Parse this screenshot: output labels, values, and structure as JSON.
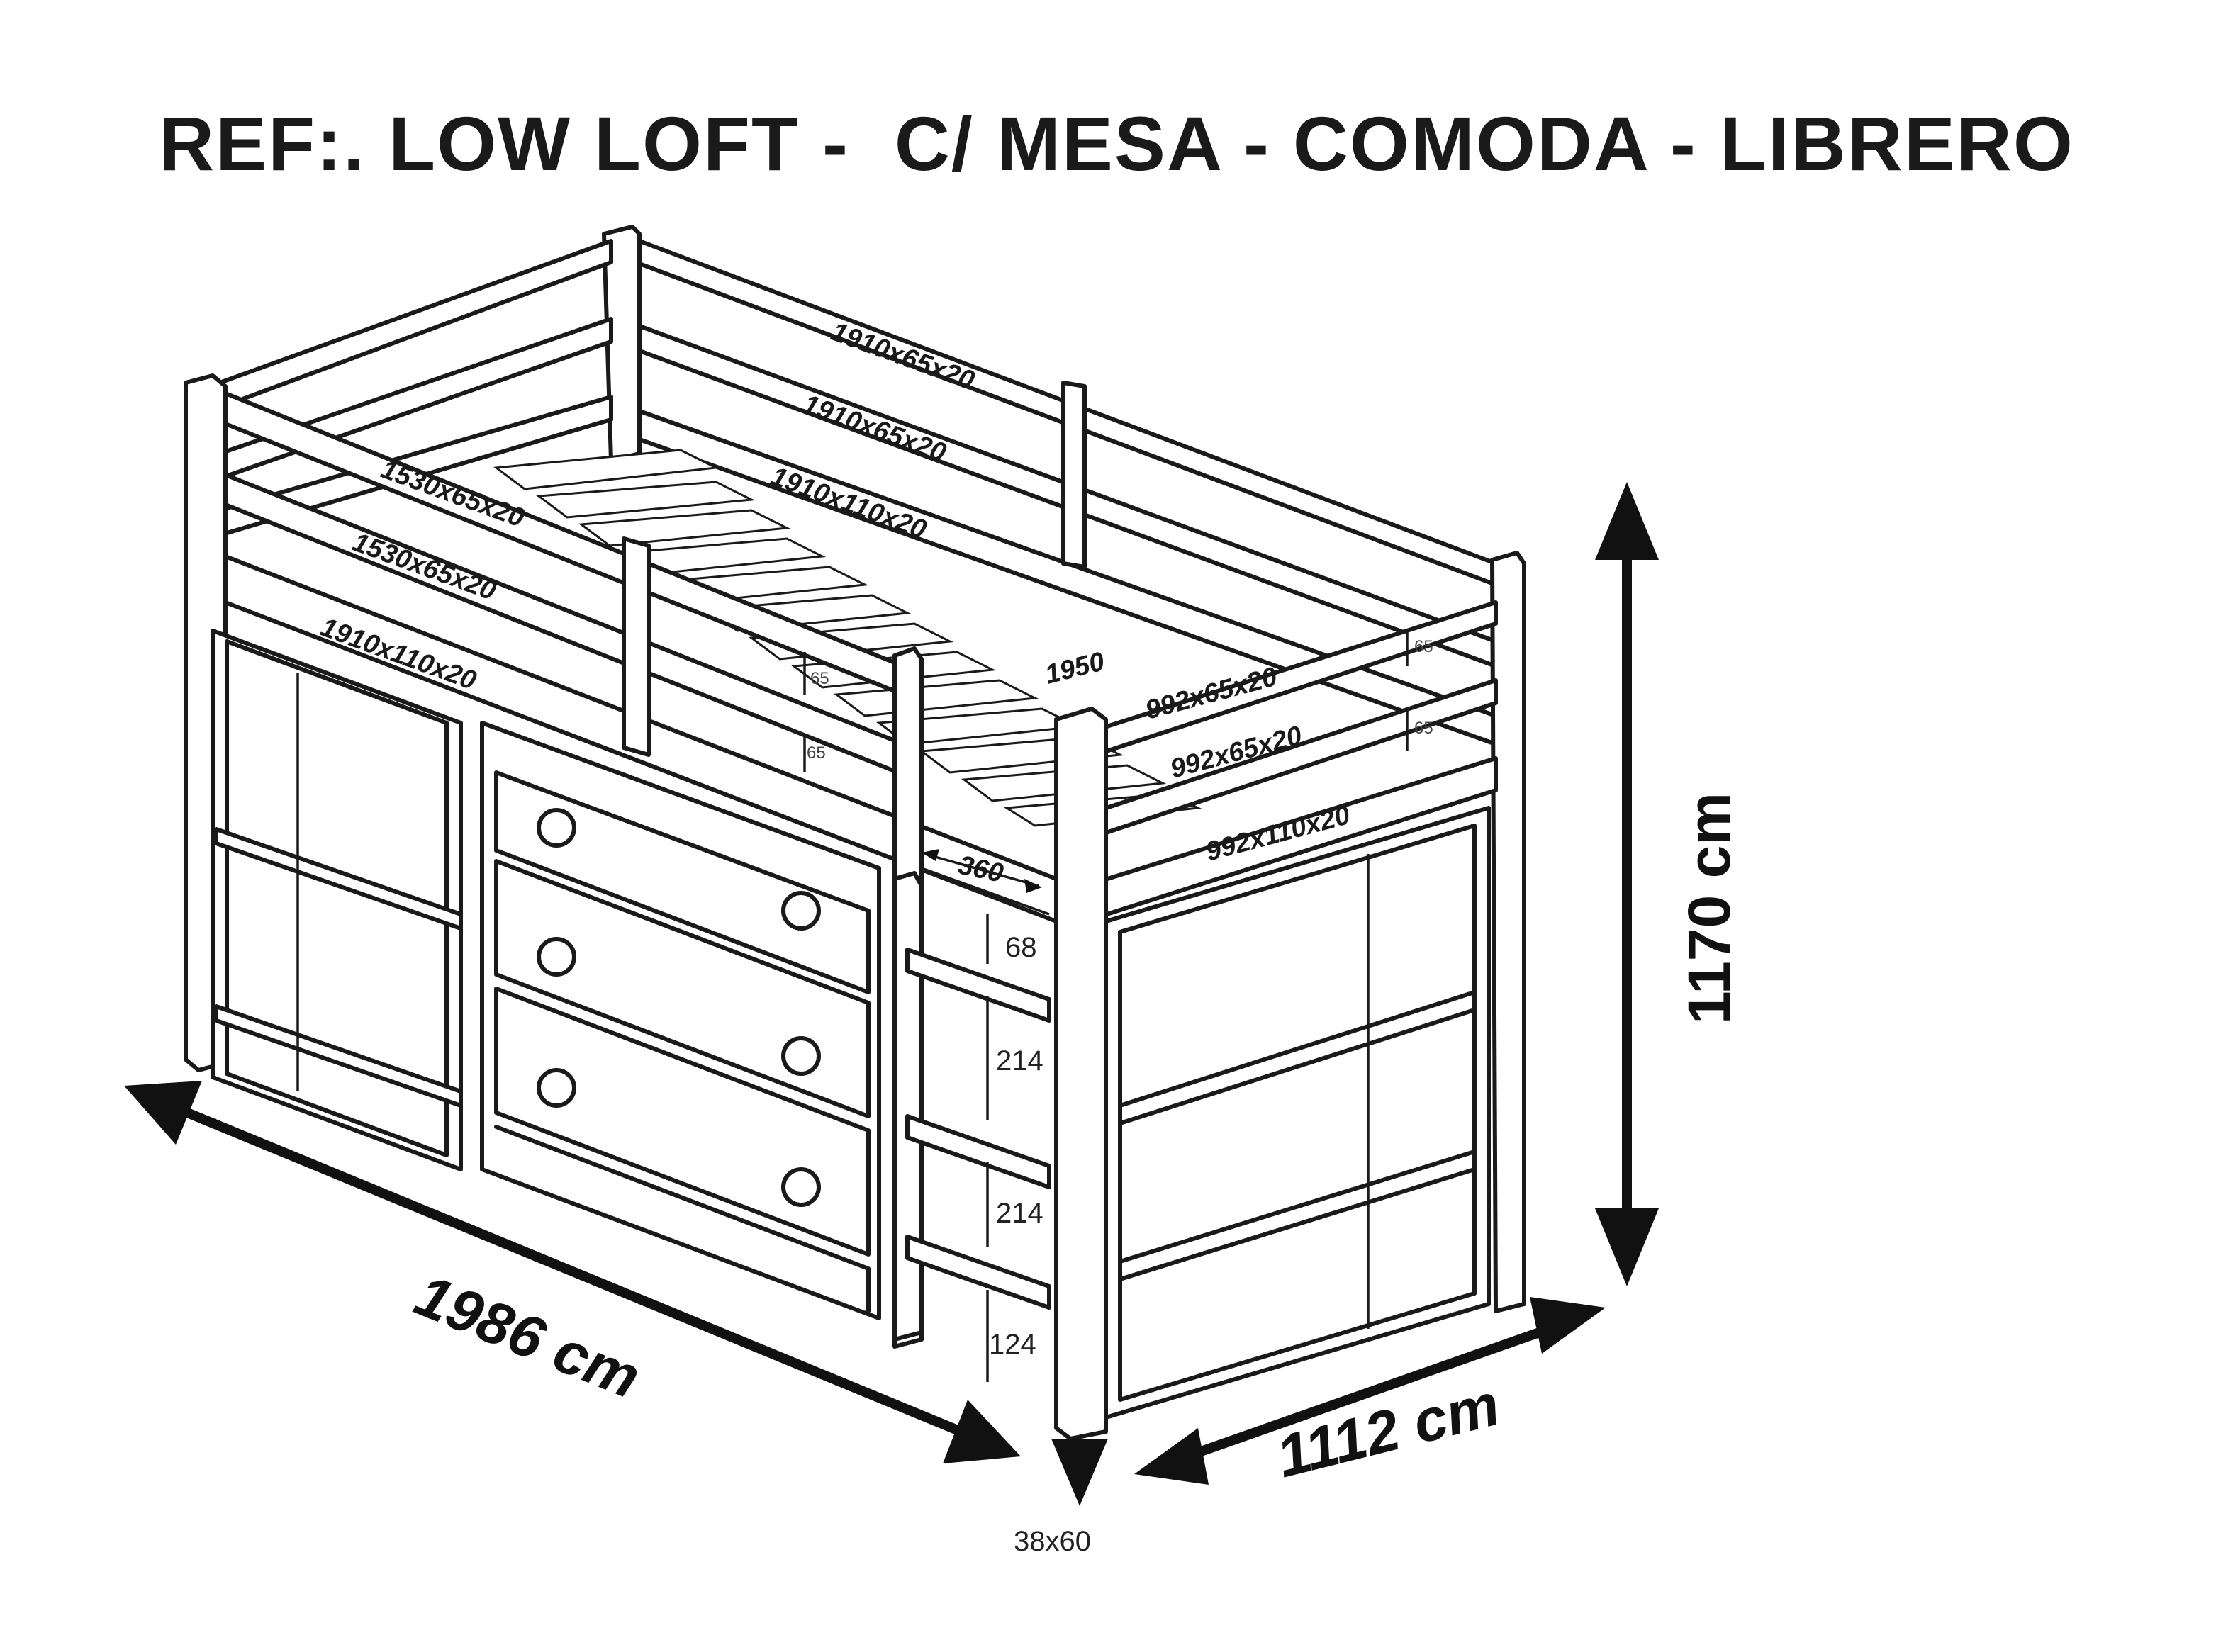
{
  "title": "REF:. LOW LOFT -  C/ MESA - COMODA - LIBRERO",
  "parts": {
    "back_top_rail": "1910x65x20",
    "back_mid_rail": "1910x65x20",
    "back_side_rail": "1910x110x20",
    "head_top_rail": "1530x65x20",
    "head_mid_rail": "1530x65x20",
    "front_side_rail": "1910x110x20",
    "slat_length": "1950",
    "foot_top_rail": "992x65x20",
    "foot_mid_rail": "992x65x20",
    "foot_side_rail": "992x110x20",
    "gap_small": "65",
    "gap_small_2": "65",
    "gap_small_3": "65",
    "gap_small_4": "65"
  },
  "ladder": {
    "width": "360",
    "top_gap": "68",
    "step_gap_1": "214",
    "step_gap_2": "214",
    "bottom_gap": "124"
  },
  "overall": {
    "length": "1986 cm",
    "width": "1112 cm",
    "height": "1170 cm",
    "post_section": "38x60"
  }
}
